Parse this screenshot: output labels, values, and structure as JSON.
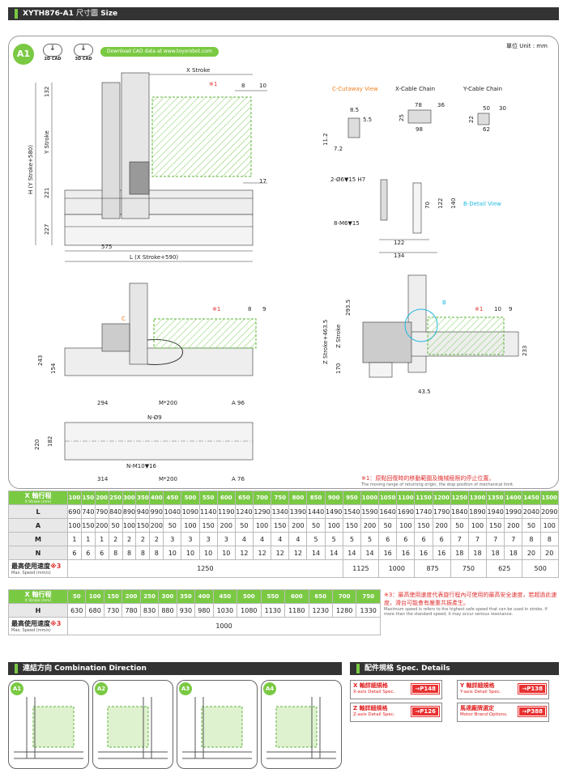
{
  "header": {
    "model": "XYTH876-A1",
    "title_zh": "尺寸圖",
    "title_en": "Size"
  },
  "badge": "A1",
  "cad": {
    "cad2d": "2D CAD",
    "cad3d": "3D CAD",
    "download": "Download CAD data at www.toyorobot.com"
  },
  "unit": "單位 Unit : mm",
  "views": {
    "c_cutaway": "C-Cutaway View",
    "x_cable": "X-Cable Chain",
    "y_cable": "Y-Cable Chain",
    "b_detail": "B-Detail View"
  },
  "dims": {
    "x_stroke": "X Stroke",
    "y_stroke": "Y Stroke",
    "h_stroke": "H (Y Stroke+580)",
    "l_stroke": "L (X Stroke+590)",
    "z_stroke": "Z Stroke",
    "z_total": "Z Stroke+463.5",
    "d132": "132",
    "d221": "221",
    "d227": "227",
    "d575": "575",
    "d8": "8",
    "d10": "10",
    "d17": "17",
    "d9": "9",
    "d243": "243",
    "d154": "154",
    "d2935": "293.5",
    "d170": "170",
    "d233": "233",
    "d435": "43.5",
    "d294": "294",
    "d314": "314",
    "m200": "M*200",
    "a96": "A 96",
    "a76": "A 76",
    "d220": "220",
    "d182": "182",
    "n9": "N-Ø9",
    "nm10": "N-M10▼16",
    "mark1": "※1",
    "c": "C",
    "b": "B",
    "cc78": "78",
    "cc36": "36",
    "cc25": "25",
    "cc98": "98",
    "cy50": "50",
    "cy30": "30",
    "cy22": "22",
    "cy62": "62",
    "d85": "8.5",
    "d55": "5.5",
    "d112": "11.2",
    "d72": "7.2",
    "hole1": "2-Ø6▼15 H7",
    "hole2": "8-M6▼15",
    "d70": "70",
    "d122": "122",
    "d140": "140",
    "d122b": "122",
    "d134": "134"
  },
  "notes": {
    "n1_zh": "※1：原點回復時的移動範圍及機械極限的停止位置。",
    "n1_en": "The moving range of returning origin, the stop position of mechanical limit.",
    "n3_zh": "※3：最高使用速度代表旋行程內可使用的最高安全速度，若超過此速度，滑台可能會有嚴重共振產生。",
    "n3_en": "Maximum speed is refers to the highest safe speed that can be used in stroke, if more than the standard speed, it may occur serious resonance."
  },
  "table1": {
    "label": "X 軸行程",
    "label_en": "X Stroke (mm)",
    "strokes": [
      "100",
      "150",
      "200",
      "250",
      "300",
      "350",
      "400",
      "450",
      "500",
      "550",
      "600",
      "650",
      "700",
      "750",
      "800",
      "850",
      "900",
      "950",
      "1000",
      "1050",
      "1100",
      "1150",
      "1200",
      "1250",
      "1300",
      "1350",
      "1400",
      "1450",
      "1500"
    ],
    "L": [
      "690",
      "740",
      "790",
      "840",
      "890",
      "940",
      "990",
      "1040",
      "1090",
      "1140",
      "1190",
      "1240",
      "1290",
      "1340",
      "1390",
      "1440",
      "1490",
      "1540",
      "1590",
      "1640",
      "1690",
      "1740",
      "1790",
      "1840",
      "1890",
      "1940",
      "1990",
      "2040",
      "2090"
    ],
    "A": [
      "100",
      "150",
      "200",
      "50",
      "100",
      "150",
      "200",
      "50",
      "100",
      "150",
      "200",
      "50",
      "100",
      "150",
      "200",
      "50",
      "100",
      "150",
      "200",
      "50",
      "100",
      "150",
      "200",
      "50",
      "100",
      "150",
      "200",
      "50",
      "100"
    ],
    "M": [
      "1",
      "1",
      "1",
      "2",
      "2",
      "2",
      "2",
      "3",
      "3",
      "3",
      "3",
      "4",
      "4",
      "4",
      "4",
      "5",
      "5",
      "5",
      "5",
      "6",
      "6",
      "6",
      "6",
      "7",
      "7",
      "7",
      "7",
      "8",
      "8"
    ],
    "N": [
      "6",
      "6",
      "6",
      "8",
      "8",
      "8",
      "8",
      "10",
      "10",
      "10",
      "10",
      "12",
      "12",
      "12",
      "12",
      "14",
      "14",
      "14",
      "14",
      "16",
      "16",
      "16",
      "16",
      "18",
      "18",
      "18",
      "18",
      "20",
      "20"
    ],
    "speed_label": "最高使用速度",
    "speed_mark": "※3",
    "speed_en": "Max. Speed (mm/s)",
    "speeds": [
      {
        "v": "1250",
        "span": 17
      },
      {
        "v": "1125",
        "span": 2
      },
      {
        "v": "1000",
        "span": 2
      },
      {
        "v": "875",
        "span": 2
      },
      {
        "v": "750",
        "span": 2
      },
      {
        "v": "625",
        "span": 2
      },
      {
        "v": "500",
        "span": 2
      }
    ]
  },
  "table2": {
    "label": "X 軸行程",
    "label_en": "X Stroke (mm)",
    "strokes": [
      "50",
      "100",
      "150",
      "200",
      "250",
      "300",
      "350",
      "400",
      "450",
      "500",
      "550",
      "600",
      "650",
      "700",
      "750"
    ],
    "H": [
      "630",
      "680",
      "730",
      "780",
      "830",
      "880",
      "930",
      "980",
      "1030",
      "1080",
      "1130",
      "1180",
      "1230",
      "1280",
      "1330"
    ],
    "speed_label": "最高使用速度",
    "speed_mark": "※3",
    "speed_en": "Max. Speed (mm/s)",
    "speed": "1000"
  },
  "rowlabels": {
    "L": "L",
    "A": "A",
    "M": "M",
    "N": "N",
    "H": "H"
  },
  "combination": {
    "title_zh": "連結方向",
    "title_en": "Combination Direction",
    "items": [
      "A1",
      "A2",
      "A3",
      "A4"
    ]
  },
  "spec": {
    "title_zh": "配件規格",
    "title_en": "Spec. Details",
    "items": [
      {
        "zh": "X 軸詳細規格",
        "en": "X-axis Detail Spec.",
        "page": "→P148"
      },
      {
        "zh": "Y 軸詳細規格",
        "en": "Y-axis Detail Spec.",
        "page": "→P138"
      },
      {
        "zh": "Z 軸詳細規格",
        "en": "Z-axis Detail Spec.",
        "page": "→P126"
      },
      {
        "zh": "馬達廠牌選定",
        "en": "Motor Brand Options.",
        "page": "→P388"
      }
    ]
  },
  "colors": {
    "accent": "#7ac943",
    "red": "#e83030",
    "dark": "#333333"
  }
}
